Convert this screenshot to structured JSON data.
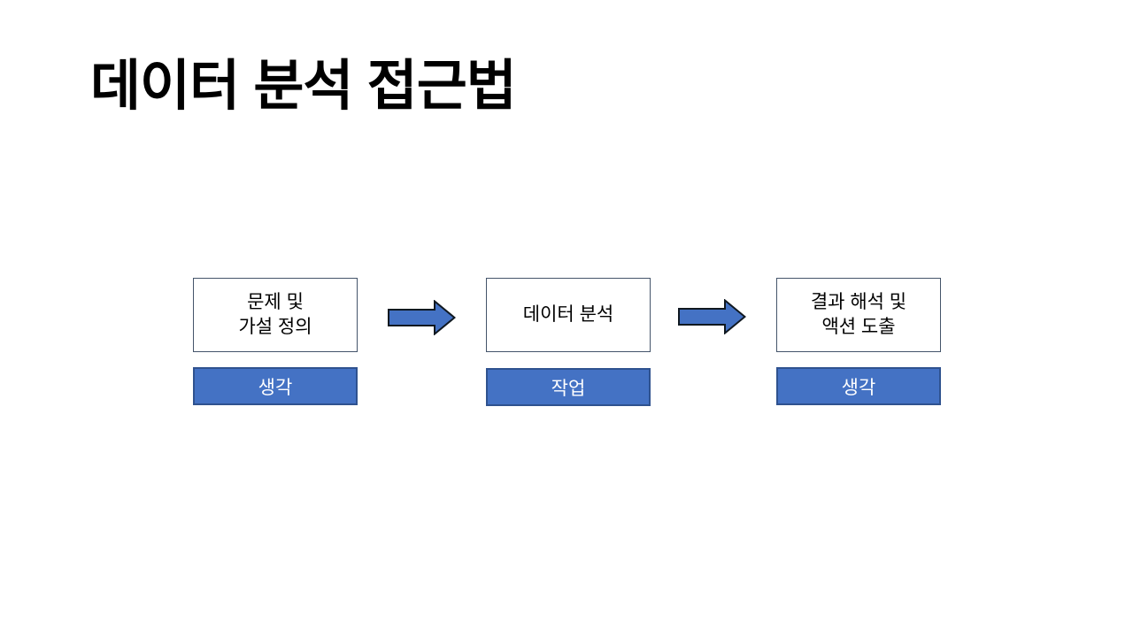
{
  "slide": {
    "title": "데이터 분석 접근법"
  },
  "colors": {
    "background": "#FFFFFF",
    "title_color": "#000000",
    "box_border": "#44546A",
    "box_text": "#000000",
    "accent_blue": "#4472C4",
    "label_border": "#2F528F",
    "label_text": "#FFFFFF",
    "arrow_outline": "#101820"
  },
  "diagram": {
    "steps": [
      {
        "box_lines": [
          "문제 및",
          "가설 정의"
        ],
        "label": "생각"
      },
      {
        "box_lines": [
          "데이터 분석"
        ],
        "label": "작업"
      },
      {
        "box_lines": [
          "결과 해석 및",
          "액션 도출"
        ],
        "label": "생각"
      }
    ],
    "arrow_shape": "right-block-arrow"
  }
}
